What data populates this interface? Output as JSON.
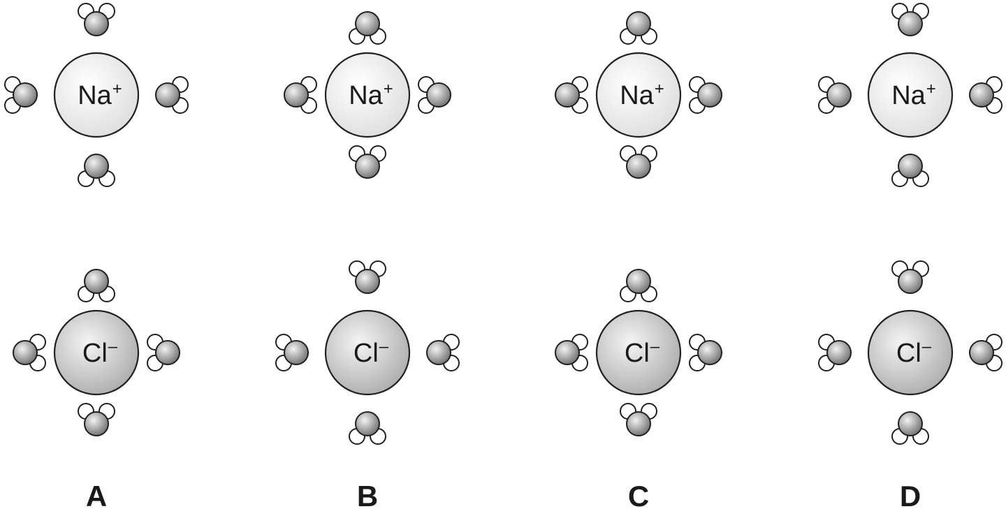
{
  "options": [
    {
      "label": "A",
      "sodium": {
        "symbol": "Na",
        "charge": "+",
        "water_orientation": "oxygen-toward-ion"
      },
      "chloride": {
        "symbol": "Cl",
        "charge": "–",
        "water_orientation": "hydrogen-toward-ion"
      }
    },
    {
      "label": "B",
      "sodium": {
        "symbol": "Na",
        "charge": "+",
        "water_orientation": "hydrogen-toward-ion"
      },
      "chloride": {
        "symbol": "Cl",
        "charge": "–",
        "water_orientation": "oxygen-toward-ion"
      }
    },
    {
      "label": "C",
      "sodium": {
        "symbol": "Na",
        "charge": "+",
        "water_orientation": "hydrogen-toward-ion"
      },
      "chloride": {
        "symbol": "Cl",
        "charge": "–",
        "water_orientation": "hydrogen-toward-ion"
      }
    },
    {
      "label": "D",
      "sodium": {
        "symbol": "Na",
        "charge": "+",
        "water_orientation": "oxygen-toward-ion"
      },
      "chloride": {
        "symbol": "Cl",
        "charge": "–",
        "water_orientation": "oxygen-toward-ion"
      }
    }
  ],
  "colors": {
    "stroke": "#231f20",
    "hydrogen": "#ffffff",
    "oxygen_light": "#f2f2f2",
    "oxygen_dark": "#6e6e6e",
    "sodium_light": "#ffffff",
    "sodium_dark": "#dcdcdc",
    "chloride_light": "#f4f4f4",
    "chloride_dark": "#a9a9a9"
  }
}
